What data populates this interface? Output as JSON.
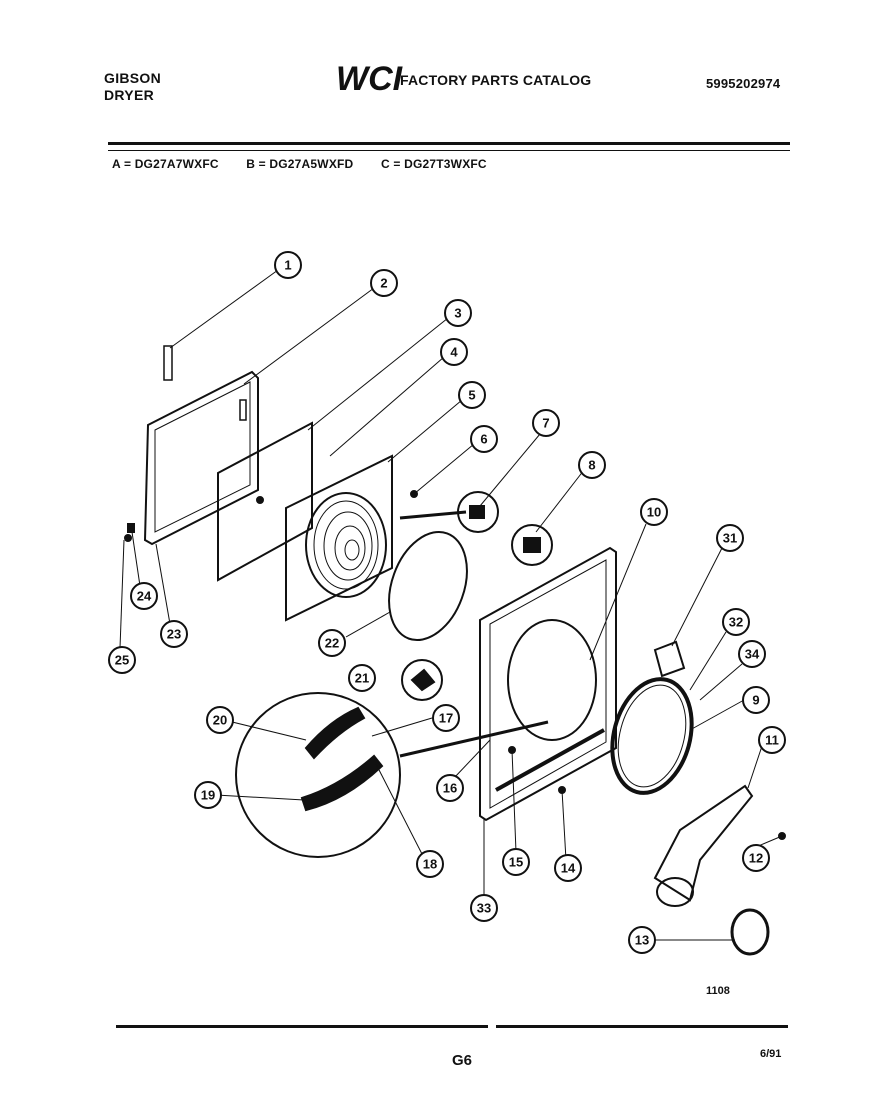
{
  "header": {
    "brand": "GIBSON",
    "product": "DRYER",
    "logo": "WCI",
    "catalog_title": "FACTORY PARTS CATALOG",
    "doc_number": "5995202974"
  },
  "models": [
    "A = DG27A7WXFC",
    "B = DG27A5WXFD",
    "C = DG27T3WXFC"
  ],
  "callouts": [
    "1",
    "2",
    "3",
    "4",
    "5",
    "6",
    "7",
    "8",
    "10",
    "31",
    "32",
    "34",
    "9",
    "11",
    "12",
    "13",
    "14",
    "15",
    "33",
    "16",
    "17",
    "18",
    "19",
    "20",
    "21",
    "22",
    "23",
    "24",
    "25"
  ],
  "figure_number": "1108",
  "footer": {
    "page_code": "G6",
    "date": "6/91"
  }
}
